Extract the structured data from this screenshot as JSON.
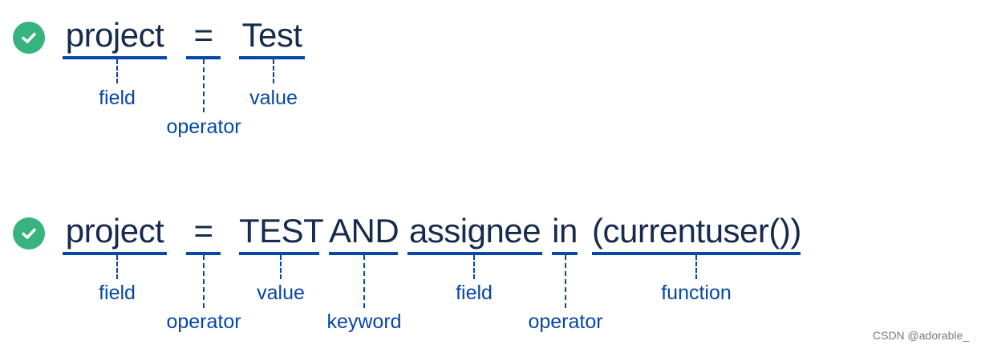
{
  "query1": {
    "tokens": {
      "field": "project",
      "operator": "=",
      "value": "Test"
    },
    "labels": {
      "field": "field",
      "operator": "operator",
      "value": "value"
    }
  },
  "query2": {
    "tokens": {
      "field1": "project",
      "operator1": "=",
      "value": "TEST",
      "keyword": "AND",
      "field2": "assignee",
      "operator2": "in",
      "function": "(currentuser())"
    },
    "labels": {
      "field1": "field",
      "operator1": "operator",
      "value": "value",
      "keyword": "keyword",
      "field2": "field",
      "operator2": "operator",
      "function": "function"
    }
  },
  "watermark": "CSDN @adorable_",
  "icons": [
    "check-icon",
    "check-icon"
  ],
  "colors": {
    "check": "#36b37e",
    "query_text": "#172b4d",
    "annotation": "#0747a6"
  }
}
